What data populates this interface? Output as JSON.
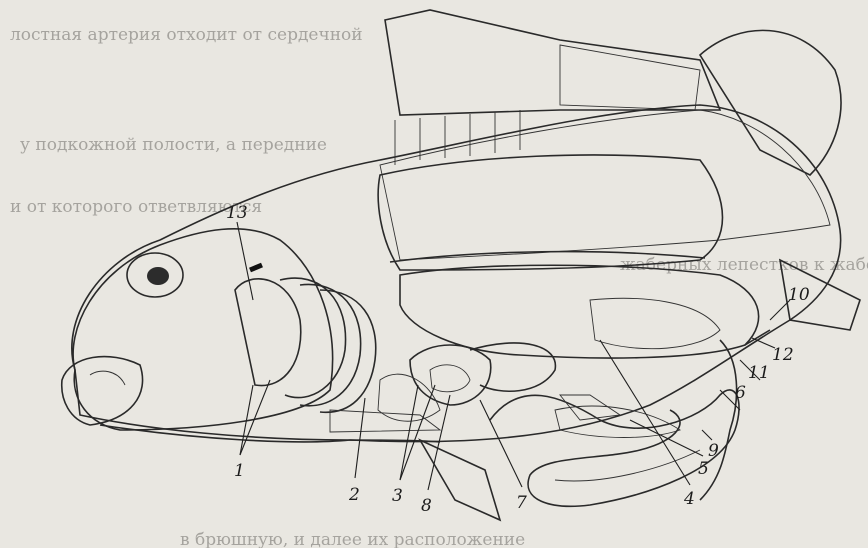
{
  "figure": {
    "labels": [
      "13",
      "1",
      "2",
      "3",
      "8",
      "7",
      "4",
      "5",
      "9",
      "6",
      "11",
      "12",
      "10"
    ]
  },
  "background_text": {
    "lines": [
      "лостная артерия отходит от сердечной",
      "у подкожной полости, а передние",
      "и от которого ответвляются",
      "жаберных лепестков к жаберным",
      "в брюшную, и далее их расположение"
    ]
  },
  "colors": {
    "paper": "#e9e7e1",
    "ink": "#2a2a2a",
    "page_text": "#6f6d68"
  }
}
